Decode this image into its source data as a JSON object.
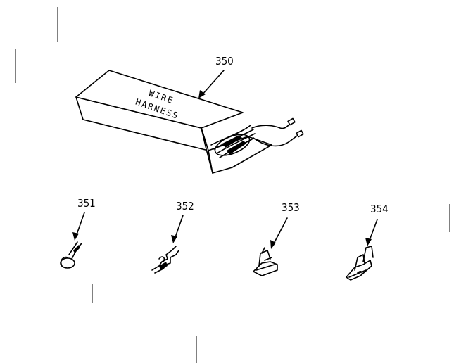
{
  "diagram": {
    "box_text_line1": "WIRE",
    "box_text_line2": "HARNESS",
    "parts": [
      {
        "callout": "350"
      },
      {
        "callout": "351"
      },
      {
        "callout": "352"
      },
      {
        "callout": "353"
      },
      {
        "callout": "354"
      }
    ]
  }
}
